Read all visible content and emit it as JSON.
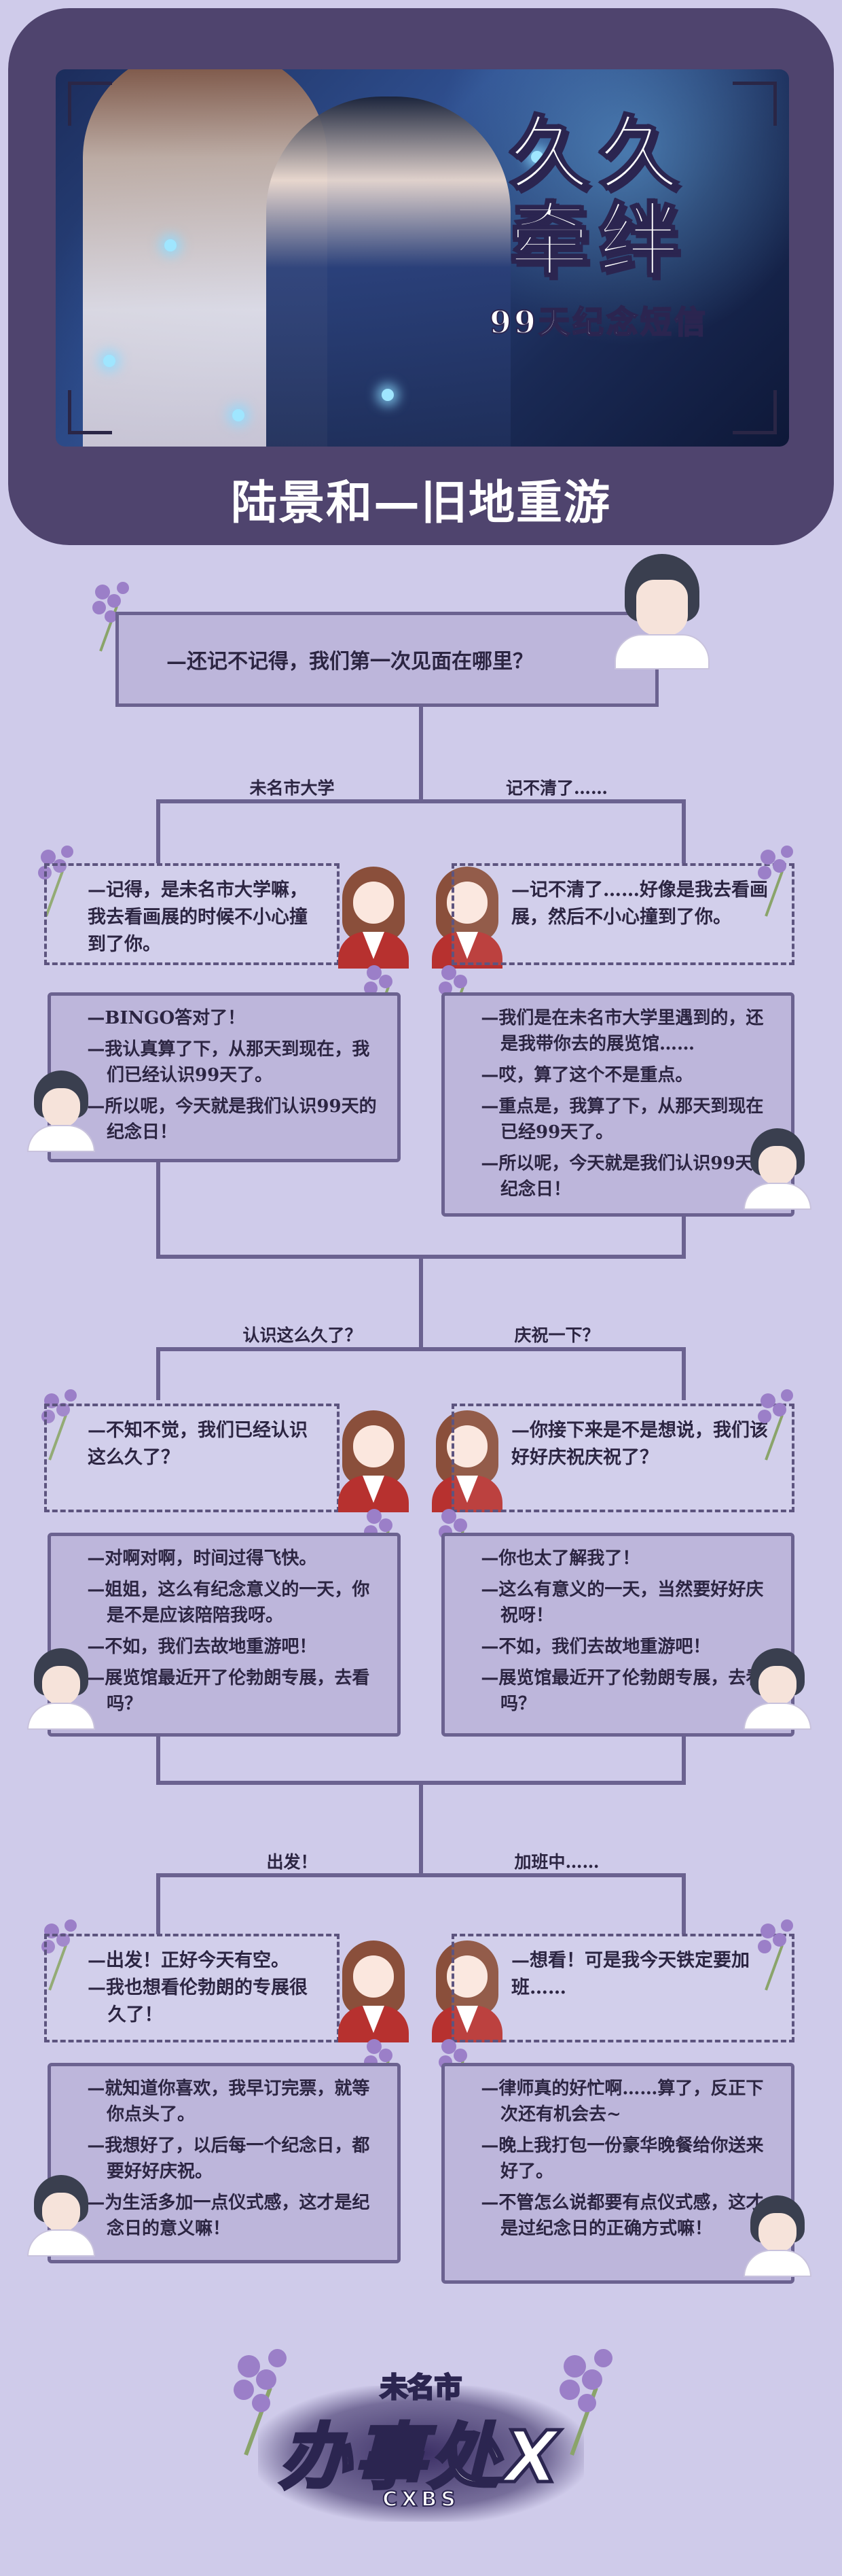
{
  "header": {
    "title_line1": "久久",
    "title_line2": "牵绊",
    "subtitle": "99天纪念短信",
    "route_title": "陆景和—旧地重游"
  },
  "q1": {
    "question": "—还记不记得，我们第一次见面在哪里？",
    "choice_left": "未名市大学",
    "choice_right": "记不清了……",
    "reply_left": "—记得，是未名市大学嘛，我去看画展的时候不小心撞到了你。",
    "reply_right": "—记不清了……好像是我去看画展，然后不小心撞到了你。",
    "answer_left": [
      "BINGO答对了！",
      "我认真算了下，从那天到现在，我们已经认识99天了。",
      "所以呢，今天就是我们认识99天的纪念日！"
    ],
    "answer_right": [
      "我们是在未名市大学里遇到的，还是我带你去的展览馆……",
      "哎，算了这个不是重点。",
      "重点是，我算了下，从那天到现在已经99天了。",
      "所以呢，今天就是我们认识99天的纪念日！"
    ]
  },
  "q2": {
    "choice_left": "认识这么久了？",
    "choice_right": "庆祝一下？",
    "reply_left": "—不知不觉，我们已经认识这么久了？",
    "reply_right": "—你接下来是不是想说，我们该好好庆祝庆祝了？",
    "answer_left": [
      "对啊对啊，时间过得飞快。",
      "姐姐，这么有纪念意义的一天，你是不是应该陪陪我呀。",
      "不如，我们去故地重游吧！",
      "展览馆最近开了伦勃朗专展，去看吗？"
    ],
    "answer_right": [
      "你也太了解我了！",
      "这么有意义的一天，当然要好好庆祝呀！",
      "不如，我们去故地重游吧！",
      "展览馆最近开了伦勃朗专展，去看吗？"
    ]
  },
  "q3": {
    "choice_left": "出发！",
    "choice_right": "加班中……",
    "reply_left_lines": [
      "—出发！正好今天有空。",
      "—我也想看伦勃朗的专展很久了！"
    ],
    "reply_right": "—想看！可是我今天铁定要加班……",
    "answer_left": [
      "就知道你喜欢，我早订完票，就等你点头了。",
      "我想好了，以后每一个纪念日，都要好好庆祝。",
      "为生活多加一点仪式感，这才是纪念日的意义嘛！"
    ],
    "answer_right": [
      "律师真的好忙啊……算了，反正下次还有机会去~",
      "晚上我打包一份豪华晚餐给你送来好了。",
      "不管怎么说都要有点仪式感，这才是过纪念日的正确方式嘛！"
    ]
  },
  "footer": {
    "logo_top": "未名市",
    "logo_main": "办事处X",
    "logo_sub": "CXBS"
  }
}
